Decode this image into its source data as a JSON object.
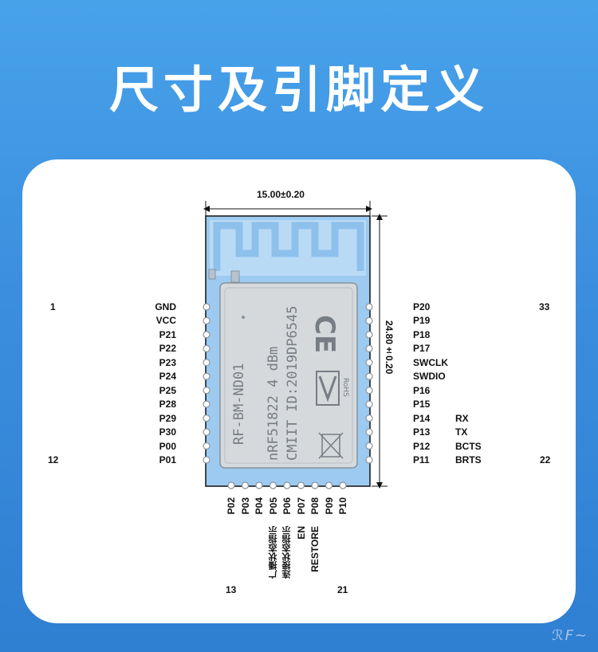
{
  "title": "尺寸及引脚定义",
  "dimensions": {
    "width": "15.00±0.20",
    "height": "24.80±0.20"
  },
  "module": {
    "line1": "RF-BM-ND01",
    "line2": "nRF51822   4 dBm",
    "line3": "CMIIT ID:2019DP6545",
    "ce_mark": "CE",
    "rohs": "RoHS"
  },
  "left_pins": [
    "GND",
    "VCC",
    "P21",
    "P22",
    "P23",
    "P24",
    "P25",
    "P28",
    "P29",
    "P30",
    "P00",
    "P01"
  ],
  "left_numbers": {
    "first": "1",
    "last": "12"
  },
  "right_pins": [
    "P20",
    "P19",
    "P18",
    "P17",
    "SWCLK",
    "SWDIO",
    "P16",
    "P15",
    "P14",
    "P13",
    "P12",
    "P11"
  ],
  "right_functions": [
    "",
    "",
    "",
    "",
    "",
    "",
    "",
    "",
    "RX",
    "TX",
    "BCTS",
    "BRTS"
  ],
  "right_numbers": {
    "first": "33",
    "last": "22"
  },
  "bottom_pins": [
    "P02",
    "P03",
    "P04",
    "P05",
    "P06",
    "P07",
    "P08",
    "P09",
    "P10"
  ],
  "bottom_functions": [
    "",
    "",
    "",
    "广播状态指示",
    "连接状态指示",
    "EN",
    "RESTORE",
    "",
    ""
  ],
  "bottom_numbers": {
    "first": "13",
    "last": "21"
  },
  "colors": {
    "background": "#3b8ede",
    "card": "#ffffff",
    "pcb": "#9dcaf0",
    "shield": "#d6d9dc"
  }
}
